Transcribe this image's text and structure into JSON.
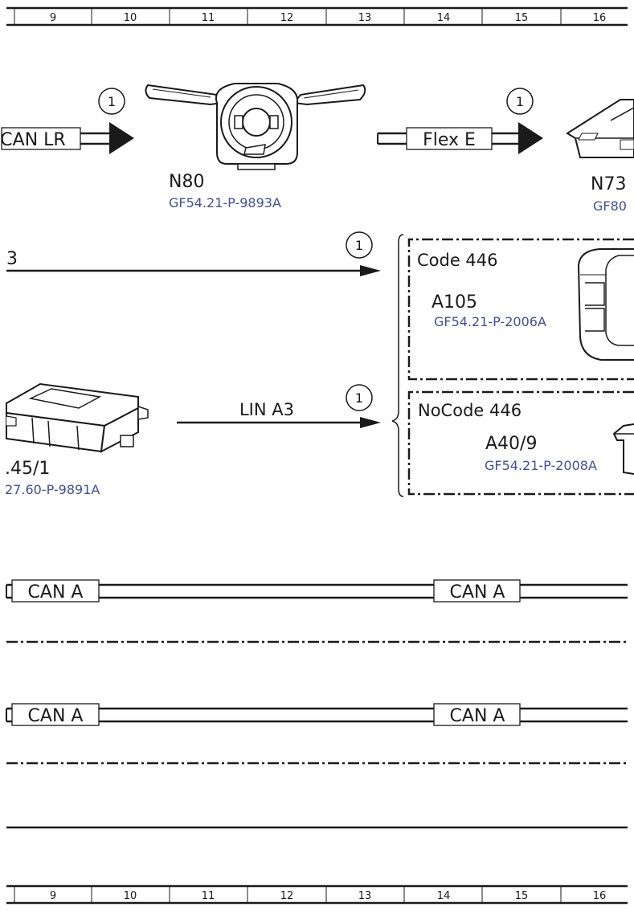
{
  "ruler": {
    "top": [
      "9",
      "10",
      "11",
      "12",
      "13",
      "14",
      "15",
      "16"
    ],
    "bottom": [
      "9",
      "10",
      "11",
      "12",
      "13",
      "14",
      "15",
      "16"
    ]
  },
  "row1": {
    "left_bus": "CAN LR",
    "left_marker": "1",
    "component_1": {
      "name": "N80",
      "ref": "GF54.21-P-9893A"
    },
    "mid_bus": "Flex E",
    "right_marker": "1",
    "component_2": {
      "name": "N73",
      "ref": "GF80"
    }
  },
  "row2": {
    "top_line_label": "3",
    "top_marker": "1",
    "component_3": {
      "name": ".45/1",
      "ref": "27.60-P-9891A"
    },
    "lin_label": "LIN A3",
    "lin_marker": "1"
  },
  "options": {
    "code_box": {
      "title": "Code 446",
      "name": "A105",
      "ref": "GF54.21-P-2006A"
    },
    "nocode_box": {
      "title": "NoCode 446",
      "name": "A40/9",
      "ref": "GF54.21-P-2008A"
    }
  },
  "buses": [
    {
      "left": "CAN A",
      "right": "CAN A"
    },
    {
      "left": "CAN A",
      "right": "CAN A"
    }
  ],
  "colors": {
    "line": "#1a1a1a",
    "reference": "#3c4f9e"
  }
}
